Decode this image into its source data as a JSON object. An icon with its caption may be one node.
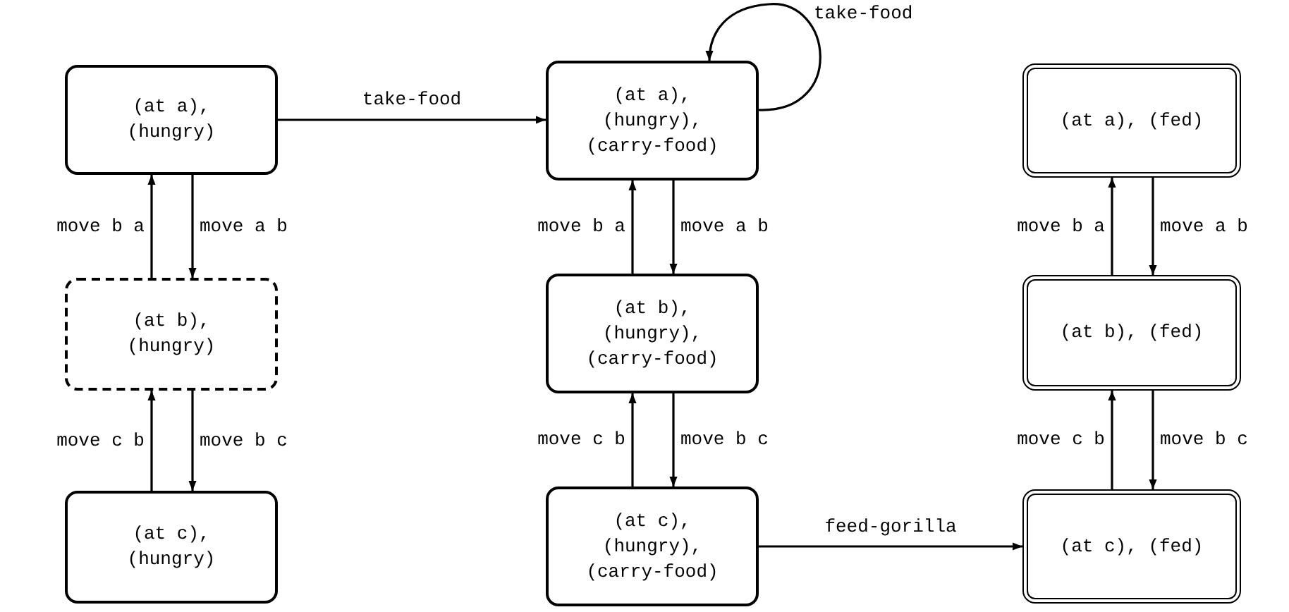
{
  "diagram": {
    "nodes": [
      {
        "text": [
          "(at a), (hungry)"
        ]
      },
      {
        "text": [
          "(at b), (hungry)"
        ]
      },
      {
        "text": [
          "(at c), (hungry)"
        ]
      },
      {
        "text": [
          "(at a), (hungry), (carry-food)"
        ]
      },
      {
        "text": [
          "(at b), (hungry), (carry-food)"
        ]
      },
      {
        "text": [
          "(at c), (hungry), (carry-food)"
        ]
      },
      {
        "text": [
          "(at a), (fed)"
        ]
      },
      {
        "text": [
          "(at b), (fed)"
        ]
      },
      {
        "text": [
          "(at c), (fed)"
        ]
      }
    ],
    "edges": [
      {
        "from": 0,
        "to": 3,
        "arrow": "to",
        "label": "take-food"
      },
      {
        "from": 3,
        "to": 3,
        "arrow": "to",
        "label": "take-food"
      },
      {
        "from": 0,
        "to": 1,
        "arrow": "to",
        "label": "move a b"
      },
      {
        "from": 1,
        "to": 0,
        "arrow": "to",
        "label": "move b a"
      },
      {
        "from": 1,
        "to": 2,
        "arrow": "to",
        "label": "move b c"
      },
      {
        "from": 2,
        "to": 1,
        "arrow": "to",
        "label": "move c b"
      },
      {
        "from": 3,
        "to": 4,
        "arrow": "to",
        "label": "move a b"
      },
      {
        "from": 4,
        "to": 3,
        "arrow": "to",
        "label": "move b a"
      },
      {
        "from": 4,
        "to": 5,
        "arrow": "to",
        "label": "move b c"
      },
      {
        "from": 5,
        "to": 4,
        "arrow": "to",
        "label": "move c b"
      },
      {
        "from": 5,
        "to": 8,
        "arrow": "to",
        "label": "feed-gorilla"
      },
      {
        "from": 6,
        "to": 7,
        "arrow": "to",
        "label": "move a b"
      },
      {
        "from": 7,
        "to": 6,
        "arrow": "to",
        "label": "move b a"
      },
      {
        "from": 7,
        "to": 8,
        "arrow": "to",
        "label": "move b c"
      },
      {
        "from": 8,
        "to": 7,
        "arrow": "to",
        "label": "move c b"
      }
    ]
  }
}
